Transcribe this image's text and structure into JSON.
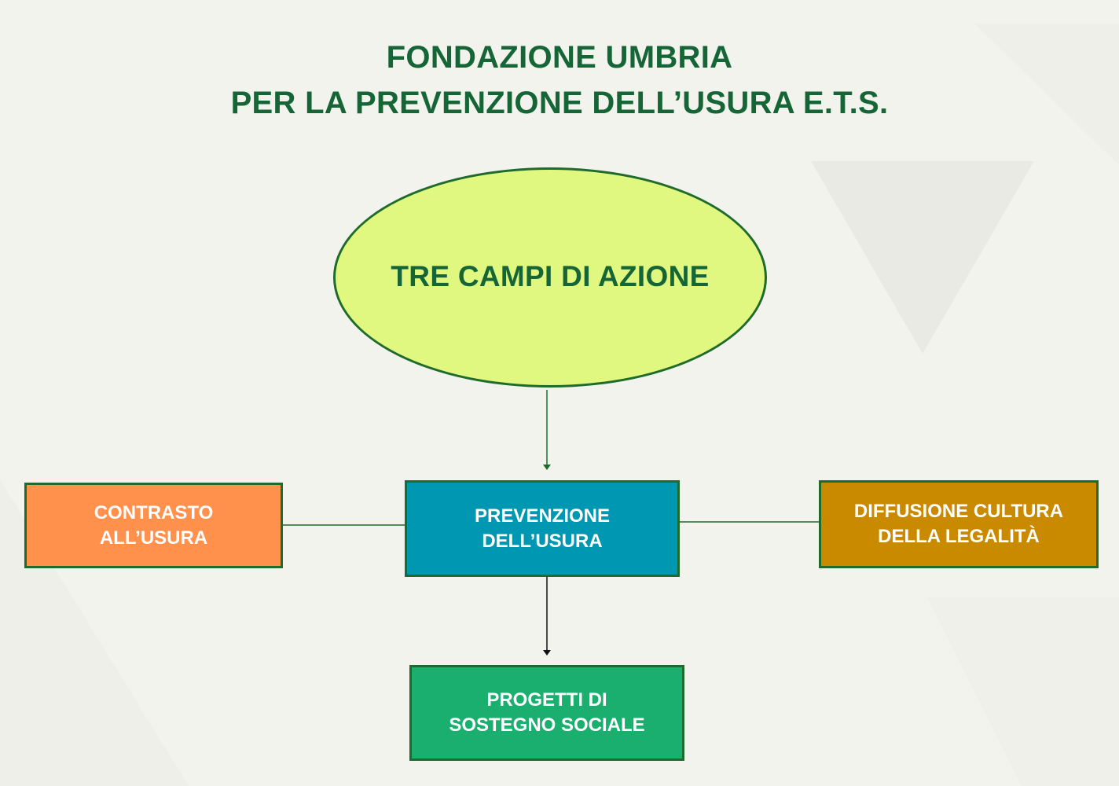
{
  "title": {
    "line1": "FONDAZIONE UMBRIA",
    "line2": "PER LA PREVENZIONE DELL’USURA E.T.S."
  },
  "center": {
    "label": "TRE CAMPI DI AZIONE"
  },
  "boxes": {
    "contrasto": {
      "line1": "CONTRASTO",
      "line2": "ALL’USURA"
    },
    "prevenzione": {
      "line1": "PREVENZIONE",
      "line2": "DELL’USURA"
    },
    "diffusione": {
      "line1": "DIFFUSIONE CULTURA",
      "line2": "DELLA LEGALITÀ"
    },
    "progetti": {
      "line1": "PROGETTI DI",
      "line2": "SOSTEGNO SOCIALE"
    }
  },
  "colors": {
    "title": "#166536",
    "ellipse_fill": "#e0f780",
    "border": "#1f6b2c",
    "contrasto": "#ff914d",
    "prevenzione": "#0097b2",
    "diffusione": "#c98a00",
    "progetti": "#1aae6f"
  }
}
